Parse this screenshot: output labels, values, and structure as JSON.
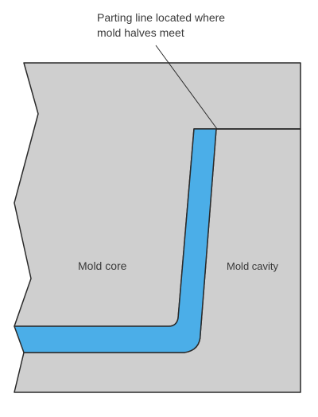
{
  "annotation": {
    "lines": [
      "Parting line located where",
      "mold halves meet"
    ]
  },
  "labels": {
    "core": "Mold core",
    "cavity": "Mold cavity"
  },
  "colors": {
    "background": "#ffffff",
    "mold_fill": "#cfcfcf",
    "part_fill": "#4baee8",
    "outline": "#2a2a2a"
  }
}
